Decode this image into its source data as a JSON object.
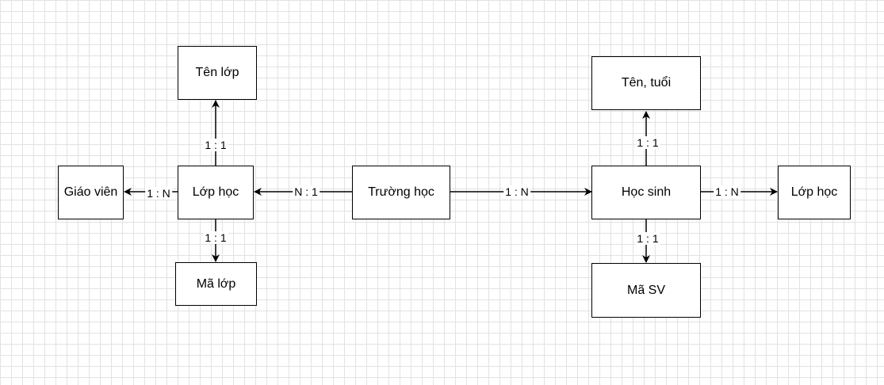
{
  "entities": {
    "truong_hoc": "Trường học",
    "lop_hoc_left": "Lớp học",
    "ten_lop": "Tên lớp",
    "ma_lop": "Mã lớp",
    "giao_vien": "Giáo viên",
    "hoc_sinh": "Học sinh",
    "ten_tuoi": "Tên, tuổi",
    "ma_sv": "Mã SV",
    "lop_hoc_right": "Lớp học"
  },
  "relations": {
    "truong_to_lop": "N : 1",
    "truong_to_hocsinh": "1 : N",
    "lop_to_tenlop": "1 : 1",
    "lop_to_malop": "1 : 1",
    "lop_to_giaovien": "1 : N",
    "hocsinh_to_tentuoi": "1 : 1",
    "hocsinh_to_masv": "1 : 1",
    "hocsinh_to_lophoc": "1 : N"
  }
}
